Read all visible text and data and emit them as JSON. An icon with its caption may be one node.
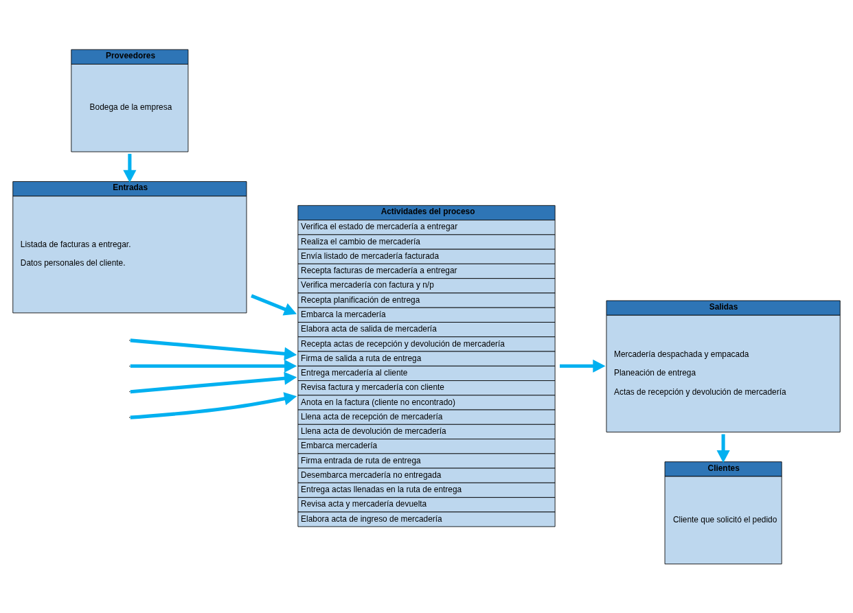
{
  "diagram": {
    "nodes": [
      {
        "text": [
          "Proveedores",
          "Bodega de la empresa"
        ]
      },
      {
        "text": [
          "Actividades del proceso",
          "Verifica el estado de mercadería a entregar",
          "Realiza el cambio de mercadería",
          "Envía listado de mercadería facturada",
          "Recepta facturas de mercadería a entregar",
          "Verifica mercadería con factura y n/p",
          "Recepta planificación de entrega",
          "Embarca la mercadería",
          "Elabora acta de salida de mercadería",
          "Recepta actas de recepción y devolución de mercadería",
          "Firma de salida a ruta de entrega",
          "Entrega mercadería al cliente",
          "Revisa factura y mercadería con cliente",
          "Anota en la factura (cliente no encontrado)",
          "Llena acta de recepción de mercadería",
          "Llena acta de devolución de mercadería",
          "Embarca mercadería",
          "Firma entrada de ruta de entrega",
          "Desembarca mercadería no entregada",
          "Entrega actas llenadas en la ruta de entrega",
          "Revisa acta y mercadería devuelta",
          "Elabora acta de ingreso de mercadería"
        ]
      },
      {
        "text": [
          "Clientes",
          "Cliente que solicitó el pedido"
        ]
      },
      {
        "text": [
          "Entradas",
          "Listada de facturas a entregar.",
          "Datos personales del cliente."
        ]
      },
      {
        "text": [
          "Salidas",
          "Mercadería despachada y empacada",
          "Planeación de entrega",
          "Actas de recepción y devolución de mercadería"
        ]
      }
    ],
    "edges": [
      {
        "from": null,
        "to": 1,
        "arrow": "to"
      },
      {
        "from": null,
        "to": 1,
        "arrow": "to"
      },
      {
        "from": 0,
        "to": 3,
        "arrow": "to"
      },
      {
        "from": 3,
        "to": 1,
        "arrow": "to"
      },
      {
        "from": 1,
        "to": 4,
        "arrow": "to"
      },
      {
        "from": 4,
        "to": 2,
        "arrow": "to"
      },
      {
        "from": null,
        "to": 1,
        "arrow": "to"
      },
      {
        "from": null,
        "to": 1,
        "arrow": "to"
      }
    ]
  }
}
